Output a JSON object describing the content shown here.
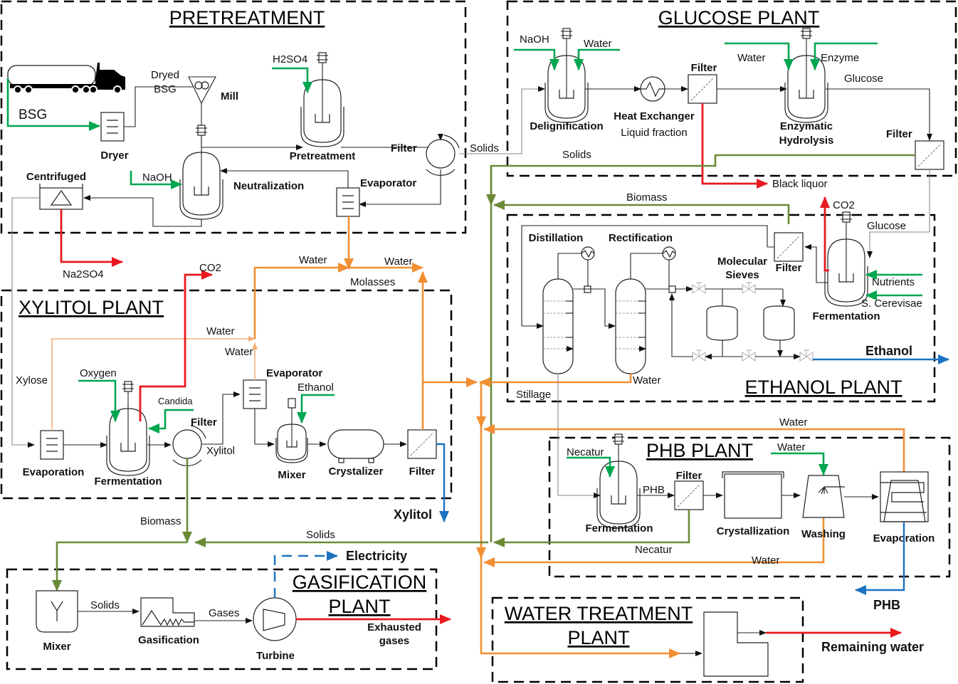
{
  "colors": {
    "green_input": "#00a650",
    "red_emission": "#e8191f",
    "orange_water": "#f18f32",
    "olive_solids": "#6b8a36",
    "blue_product": "#1a72c0"
  },
  "sections": {
    "pretreatment": "PRETREATMENT",
    "glucose": "GLUCOSE PLANT",
    "ethanol": "ETHANOL PLANT",
    "xylitol": "XYLITOL PLANT",
    "phb": "PHB PLANT",
    "gasification_1": "GASIFICATION",
    "gasification_2": "PLANT",
    "water_1": "WATER TREATMENT",
    "water_2": "PLANT"
  },
  "pretreatment": {
    "bsg": "BSG",
    "dryed_1": "Dryed",
    "dryed_2": "BSG",
    "mill": "Mill",
    "dryer": "Dryer",
    "h2so4": "H2SO4",
    "pretreatment": "Pretreatment",
    "filter": "Filter",
    "solids": "Solids",
    "evaporator": "Evaporator",
    "naoh": "NaOH",
    "neutralization": "Neutralization",
    "centrifuged": "Centrifuged",
    "na2so4": "Na2SO4"
  },
  "glucose": {
    "naoh": "NaOH",
    "water1": "Water",
    "delignification": "Delignification",
    "heat_exchanger": "Heat Exchanger",
    "liquid_fraction": "Liquid fraction",
    "filter1": "Filter",
    "water2": "Water",
    "enzyme": "Enzyme",
    "enzymatic_1": "Enzymatic",
    "enzymatic_2": "Hydrolysis",
    "glucose": "Glucose",
    "filter2": "Filter",
    "solids": "Solids",
    "black_liquor": "Black liquor"
  },
  "ethanol": {
    "biomass": "Biomass",
    "co2": "CO2",
    "glucose": "Glucose",
    "distillation": "Distillation",
    "rectification": "Rectification",
    "molecular_1": "Molecular",
    "molecular_2": "Sieves",
    "filter": "Filter",
    "nutrients": "Nutrients",
    "s_cerevisae": "S. Cerevisae",
    "fermentation": "Fermentation",
    "ethanol": "Ethanol",
    "water": "Water",
    "stillage": "Stillage"
  },
  "xylitol": {
    "co2": "CO2",
    "water_top1": "Water",
    "water_top2": "Water",
    "molasses": "Molasses",
    "water_mid": "Water",
    "water_up": "Water",
    "xylose": "Xylose",
    "oxygen": "Oxygen",
    "candida": "Candida",
    "filter1": "Filter",
    "xylitol_stream": "Xylitol",
    "evaporator": "Evaporator",
    "ethanol": "Ethanol",
    "evaporation": "Evaporation",
    "fermentation": "Fermentation",
    "mixer": "Mixer",
    "crystalizer": "Crystalizer",
    "filter2": "Filter",
    "xylitol_product": "Xylitol"
  },
  "phb": {
    "water_top": "Water",
    "necatur_in": "Necatur",
    "water_in": "Water",
    "phb_stream": "PHB",
    "filter": "Filter",
    "fermentation": "Fermentation",
    "crystallization": "Crystallization",
    "washing": "Washing",
    "evaporation": "Evaporation",
    "necatur_out": "Necatur",
    "water_bottom": "Water",
    "phb_product": "PHB"
  },
  "gasification": {
    "biomass": "Biomass",
    "solids_top": "Solids",
    "electricity": "Electricity",
    "mixer": "Mixer",
    "solids": "Solids",
    "gasification": "Gasification",
    "gases": "Gases",
    "turbine": "Turbine",
    "exhausted_1": "Exhausted",
    "exhausted_2": "gases"
  },
  "water_treatment": {
    "remaining_water": "Remaining water"
  }
}
